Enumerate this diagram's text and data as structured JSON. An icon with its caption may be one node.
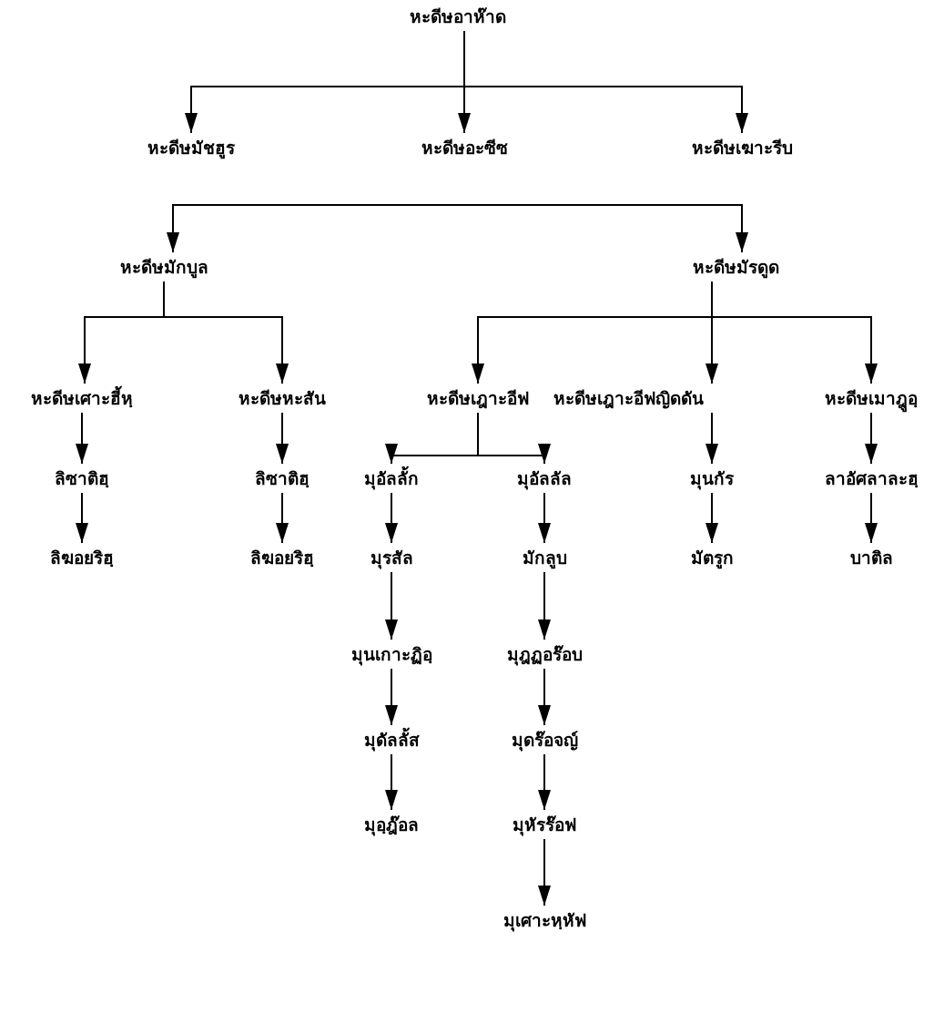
{
  "diagram": {
    "nodes": [
      {
        "text": [
          "หะดีษอาห๊าด"
        ]
      },
      {
        "text": [
          "หะดีษมัชฮูร"
        ]
      },
      {
        "text": [
          "หะดีษอะซีซ"
        ]
      },
      {
        "text": [
          "หะดีษเฆาะรีบ"
        ]
      },
      {
        "text": [
          "หะดีษมักบูล"
        ]
      },
      {
        "text": [
          "หะดีษมัรดูด"
        ]
      },
      {
        "text": [
          "หะดีษเศาะฮี้หฺ"
        ]
      },
      {
        "text": [
          "หะดีษหะสัน"
        ]
      },
      {
        "text": [
          "หะดีษเฎาะอีฟ"
        ]
      },
      {
        "text": [
          "หะดีษเฎาะอีฟญิดดัน"
        ]
      },
      {
        "text": [
          "หะดีษเมาฎูอฺ"
        ]
      },
      {
        "text": [
          "ลิซาติฮฺ"
        ]
      },
      {
        "text": [
          "ลิซาติฮฺ"
        ]
      },
      {
        "text": [
          "มุอัลลั้ก"
        ]
      },
      {
        "text": [
          "มุอัลลัล"
        ]
      },
      {
        "text": [
          "มุนกัร"
        ]
      },
      {
        "text": [
          "ลาอัศลาละฮฺ"
        ]
      },
      {
        "text": [
          "ลิฆอยริฮฺ"
        ]
      },
      {
        "text": [
          "ลิฆอยริฮฺ"
        ]
      },
      {
        "text": [
          "มุรสัล"
        ]
      },
      {
        "text": [
          "มักลูบ"
        ]
      },
      {
        "text": [
          "มัตรูก"
        ]
      },
      {
        "text": [
          "บาติล"
        ]
      },
      {
        "text": [
          "มุนเกาะฏิอฺ"
        ]
      },
      {
        "text": [
          "มุฎฏอร๊อบ"
        ]
      },
      {
        "text": [
          "มุดัลลั้ส"
        ]
      },
      {
        "text": [
          "มุดร๊อจญ์"
        ]
      },
      {
        "text": [
          "มุอฺฎ๊อล"
        ]
      },
      {
        "text": [
          "มุหัรร๊อฟ"
        ]
      },
      {
        "text": [
          "มุเศาะหฺหัฟ"
        ]
      }
    ],
    "edges": [
      {
        "from": 0,
        "to": 1,
        "arrow": "to"
      },
      {
        "from": 0,
        "to": 2,
        "arrow": "to"
      },
      {
        "from": 0,
        "to": 3,
        "arrow": "to"
      },
      {
        "from": null,
        "to": 4,
        "arrow": "to"
      },
      {
        "from": null,
        "to": 5,
        "arrow": "to"
      },
      {
        "from": 4,
        "to": 6,
        "arrow": "to"
      },
      {
        "from": 4,
        "to": 7,
        "arrow": "to"
      },
      {
        "from": 5,
        "to": 8,
        "arrow": "to"
      },
      {
        "from": 5,
        "to": 9,
        "arrow": "to"
      },
      {
        "from": 5,
        "to": 10,
        "arrow": "to"
      },
      {
        "from": 6,
        "to": 11,
        "arrow": "to"
      },
      {
        "from": 7,
        "to": 12,
        "arrow": "to"
      },
      {
        "from": 8,
        "to": 13,
        "arrow": "to"
      },
      {
        "from": 8,
        "to": 14,
        "arrow": "to"
      },
      {
        "from": 9,
        "to": 15,
        "arrow": "to"
      },
      {
        "from": 10,
        "to": 16,
        "arrow": "to"
      },
      {
        "from": 11,
        "to": 17,
        "arrow": "to"
      },
      {
        "from": 12,
        "to": 18,
        "arrow": "to"
      },
      {
        "from": 13,
        "to": 19,
        "arrow": "to"
      },
      {
        "from": 14,
        "to": 20,
        "arrow": "to"
      },
      {
        "from": 15,
        "to": 21,
        "arrow": "to"
      },
      {
        "from": 16,
        "to": 22,
        "arrow": "to"
      },
      {
        "from": 19,
        "to": 23,
        "arrow": "to"
      },
      {
        "from": 20,
        "to": 24,
        "arrow": "to"
      },
      {
        "from": 23,
        "to": 25,
        "arrow": "to"
      },
      {
        "from": 24,
        "to": 26,
        "arrow": "to"
      },
      {
        "from": 25,
        "to": 27,
        "arrow": "to"
      },
      {
        "from": 26,
        "to": 28,
        "arrow": "to"
      },
      {
        "from": 28,
        "to": 29,
        "arrow": "to"
      }
    ]
  }
}
